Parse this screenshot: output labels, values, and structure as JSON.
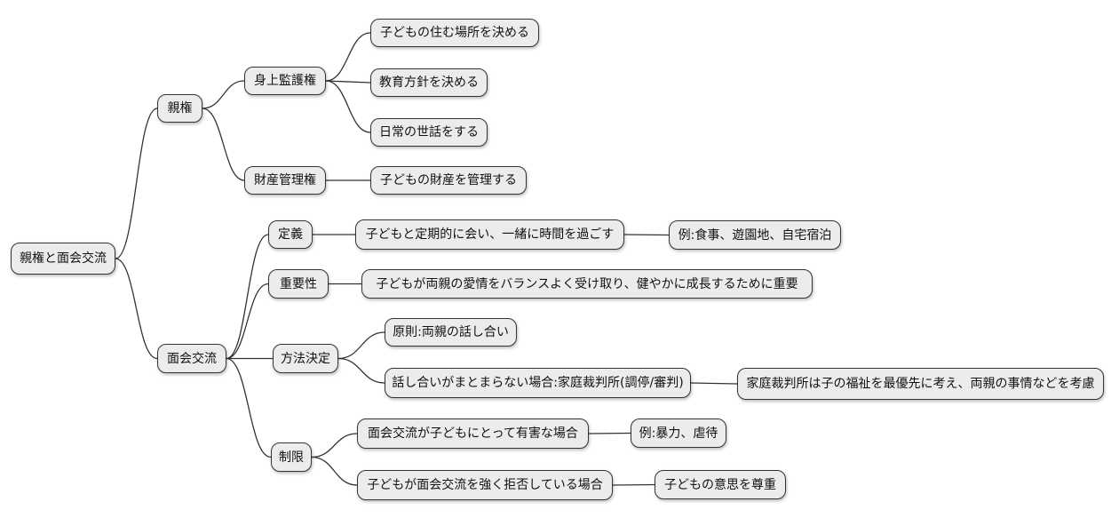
{
  "diagram": {
    "type": "mindmap",
    "root_label": "親権と面会交流",
    "colors": {
      "background": "#ffffff",
      "node_fill": "#ececec",
      "node_border": "#333333",
      "edge": "#333333",
      "text": "#111111"
    },
    "nodes": [
      {
        "id": "root",
        "label": "親権と面会交流",
        "parent": null
      },
      {
        "id": "shinken",
        "label": "親権",
        "parent": "root"
      },
      {
        "id": "shinjokango",
        "label": "身上監護権",
        "parent": "shinken"
      },
      {
        "id": "sumu-basho",
        "label": "子どもの住む場所を決める",
        "parent": "shinjokango"
      },
      {
        "id": "kyoiku",
        "label": "教育方針を決める",
        "parent": "shinjokango"
      },
      {
        "id": "sewa",
        "label": "日常の世話をする",
        "parent": "shinjokango"
      },
      {
        "id": "zaisan",
        "label": "財産管理権",
        "parent": "shinken"
      },
      {
        "id": "zaisan-kanri",
        "label": "子どもの財産を管理する",
        "parent": "zaisan"
      },
      {
        "id": "menkai",
        "label": "面会交流",
        "parent": "root"
      },
      {
        "id": "teigi",
        "label": "定義",
        "parent": "menkai"
      },
      {
        "id": "teigi-detail",
        "label": "子どもと定期的に会い、一緒に時間を過ごす",
        "parent": "teigi"
      },
      {
        "id": "rei-shokuji",
        "label": "例:食事、遊園地、自宅宿泊",
        "parent": "teigi-detail"
      },
      {
        "id": "juyosei",
        "label": "重要性",
        "parent": "menkai"
      },
      {
        "id": "juyosei-detail",
        "label": "子どもが両親の愛情をバランスよく受け取り、健やかに成長するために重要",
        "parent": "juyosei"
      },
      {
        "id": "hoho-kettei",
        "label": "方法決定",
        "parent": "menkai"
      },
      {
        "id": "gensoku",
        "label": "原則:両親の話し合い",
        "parent": "hoho-kettei"
      },
      {
        "id": "matomaranai",
        "label": "話し合いがまとまらない場合:家庭裁判所(調停/審判)",
        "parent": "hoho-kettei"
      },
      {
        "id": "saibansho",
        "label": "家庭裁判所は子の福祉を最優先に考え、両親の事情などを考慮",
        "parent": "matomaranai"
      },
      {
        "id": "seigen",
        "label": "制限",
        "parent": "menkai"
      },
      {
        "id": "yugai",
        "label": "面会交流が子どもにとって有害な場合",
        "parent": "seigen"
      },
      {
        "id": "rei-boryoku",
        "label": "例:暴力、虐待",
        "parent": "yugai"
      },
      {
        "id": "kyohi",
        "label": "子どもが面会交流を強く拒否している場合",
        "parent": "seigen"
      },
      {
        "id": "ishi-soncho",
        "label": "子どもの意思を尊重",
        "parent": "kyohi"
      }
    ]
  }
}
